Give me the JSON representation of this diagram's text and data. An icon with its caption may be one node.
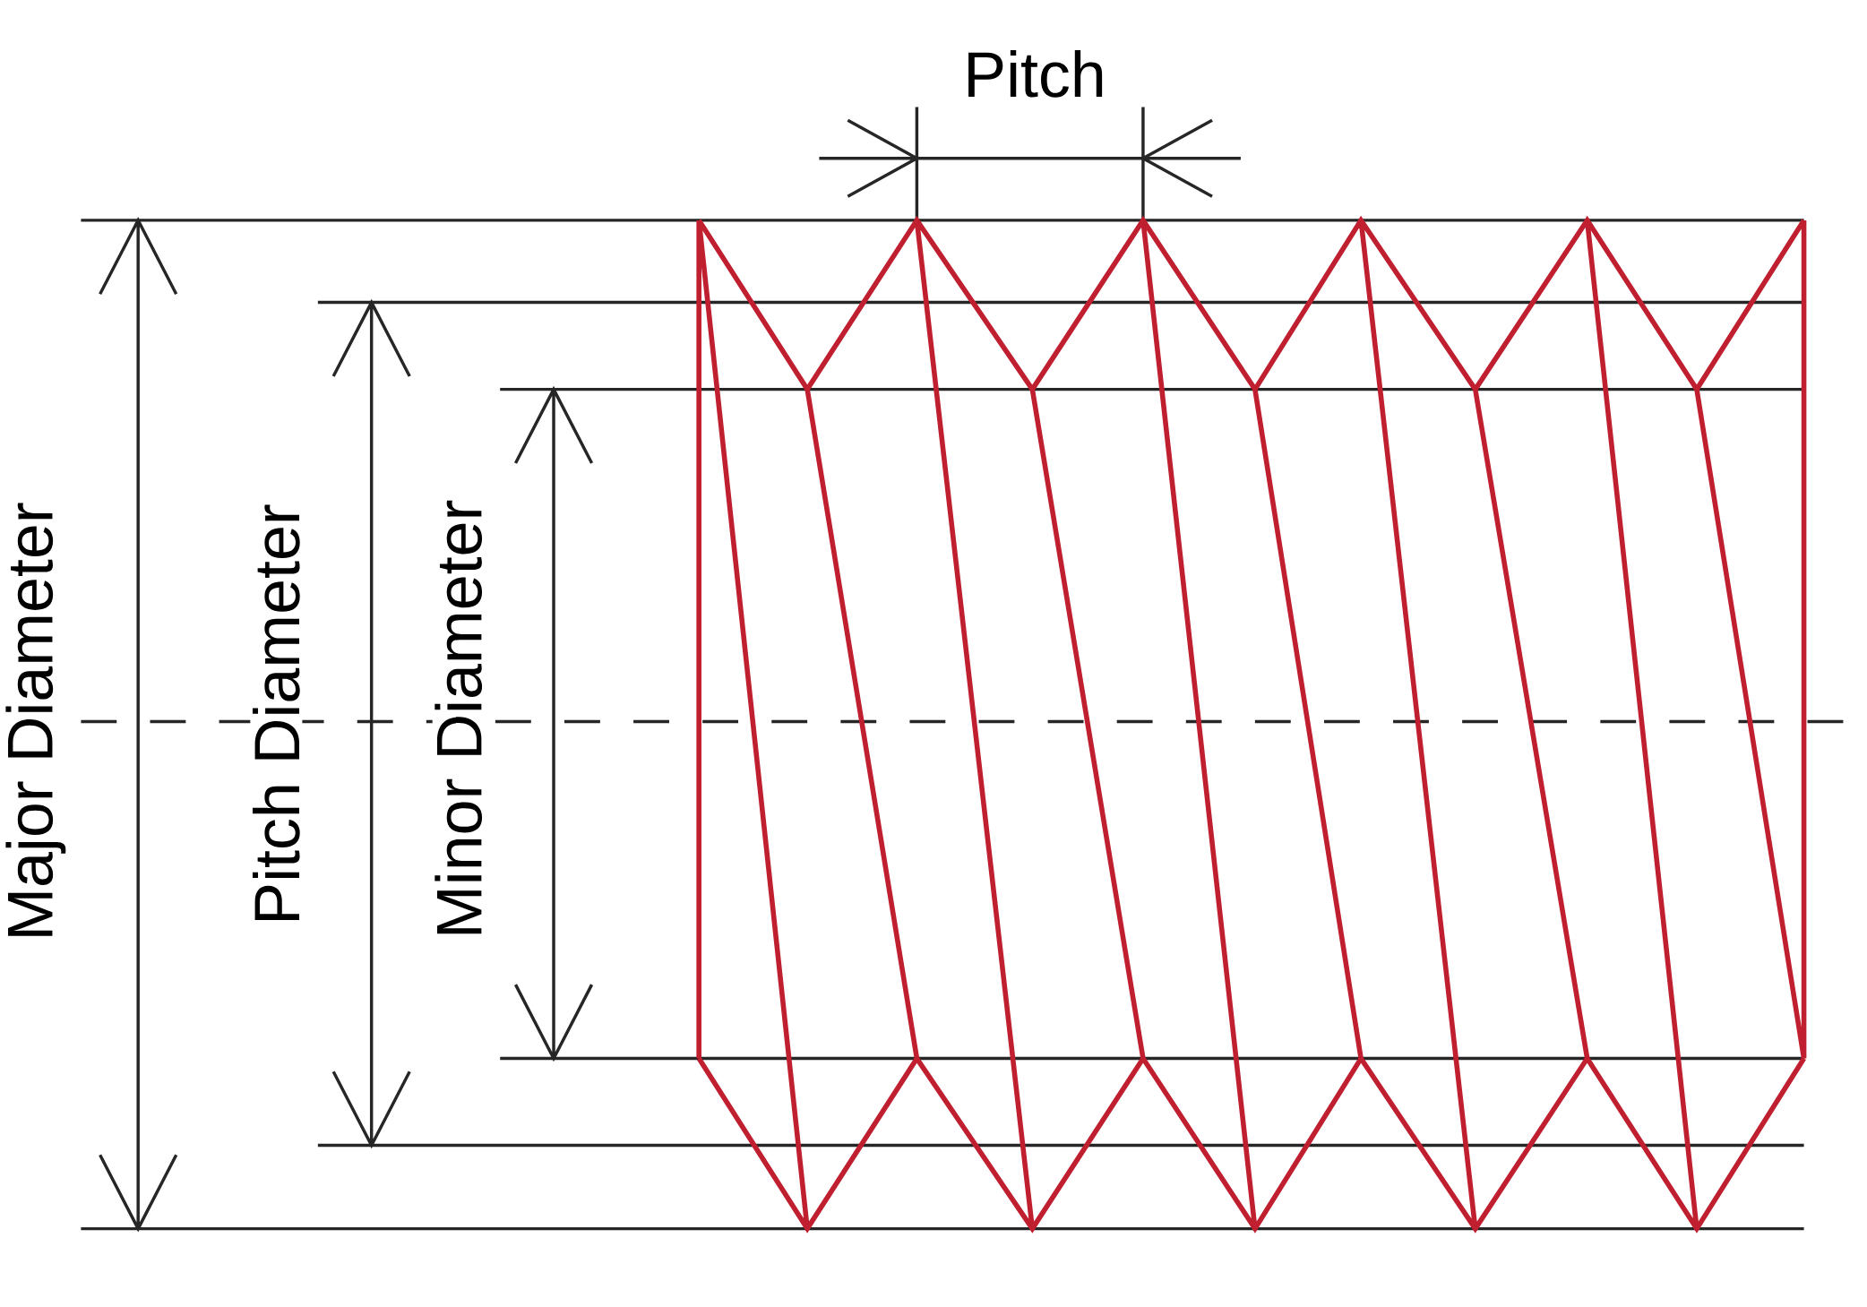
{
  "diagram": {
    "labels": [
      "Pitch",
      "Major Diameter",
      "Pitch Diameter",
      "Minor Diameter"
    ]
  }
}
